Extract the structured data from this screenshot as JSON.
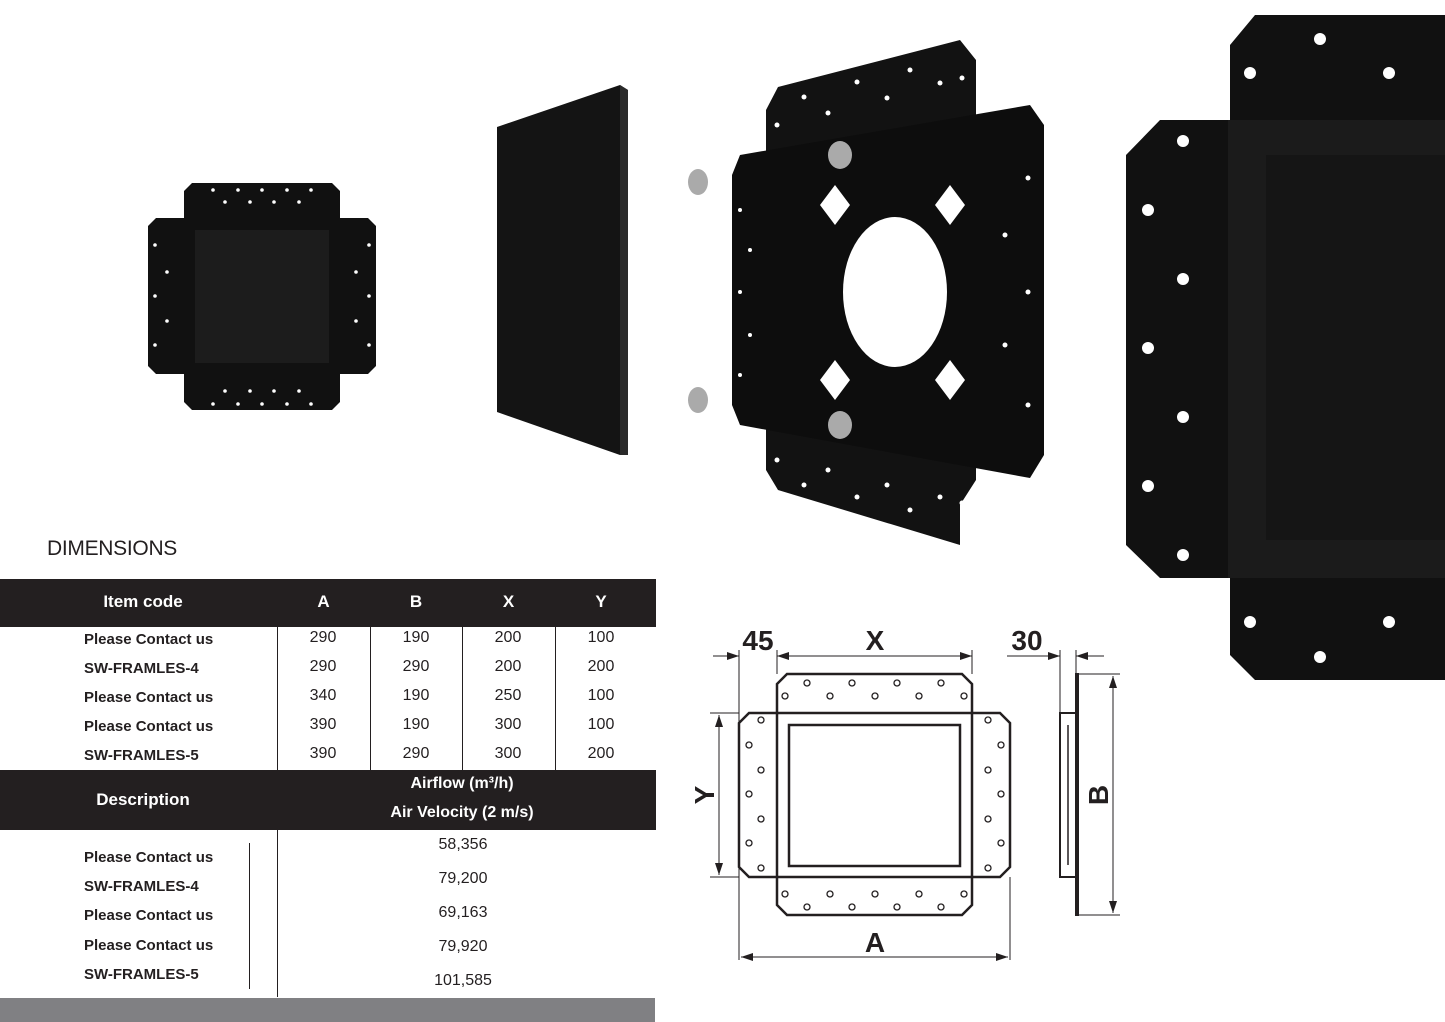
{
  "section_title": "DIMENSIONS",
  "dimensions_table": {
    "headers": [
      "Item code",
      "A",
      "B",
      "X",
      "Y"
    ],
    "rows": [
      {
        "code": "Please Contact us",
        "A": "290",
        "B": "190",
        "X": "200",
        "Y": "100"
      },
      {
        "code": "SW-FRAMLES-4",
        "A": "290",
        "B": "290",
        "X": "200",
        "Y": "200"
      },
      {
        "code": "Please Contact us",
        "A": "340",
        "B": "190",
        "X": "250",
        "Y": "100"
      },
      {
        "code": "Please Contact us",
        "A": "390",
        "B": "190",
        "X": "300",
        "Y": "100"
      },
      {
        "code": "SW-FRAMLES-5",
        "A": "390",
        "B": "290",
        "X": "300",
        "Y": "200"
      }
    ]
  },
  "airflow_table": {
    "header_description": "Description",
    "header_airflow": "Airflow (m³/h)",
    "header_velocity": "Air Velocity (2 m/s)",
    "descriptions": [
      "Please Contact us",
      "SW-FRAMLES-4",
      "Please Contact us",
      "Please Contact us",
      "SW-FRAMLES-5"
    ],
    "values": [
      "58,356",
      "79,200",
      "69,163",
      "79,920",
      "101,585"
    ]
  },
  "drawing_labels": {
    "flange": "45",
    "x": "X",
    "depth": "30",
    "y": "Y",
    "a": "A",
    "b": "B"
  },
  "colors": {
    "dark": "#231f20",
    "gray_bar": "#808083"
  }
}
